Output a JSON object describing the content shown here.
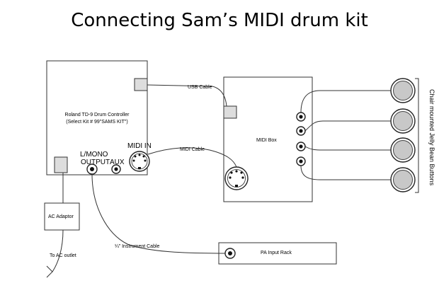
{
  "title": "Connecting Sam’s MIDI drum kit",
  "controller": {
    "name": "Roland TD-9 Drum Controller",
    "kit_note": "(Select Kit # 99\"SAMS KIT\")",
    "ports": {
      "lmono": "L/MONO",
      "output": "OUTPUT",
      "aux": "AUX",
      "midi_in": "MIDI IN"
    }
  },
  "midi_box": {
    "name": "MIDI Box"
  },
  "ac_adaptor": {
    "name": "AC Adaptor"
  },
  "pa_rack": {
    "name": "PA Input Rack"
  },
  "cables": {
    "usb": "USB Cable",
    "midi": "MIDI Cable",
    "instrument": "¼” Instrument Cable",
    "ac_outlet": "To AC outlet"
  },
  "buttons_label": "Chair mounted Jelly Bean Buttons",
  "jelly_buttons_count": 4
}
